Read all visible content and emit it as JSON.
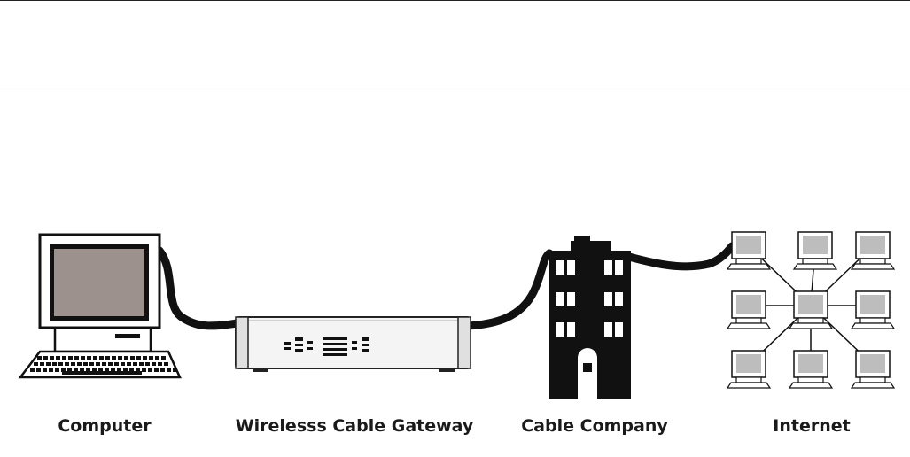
{
  "labels": {
    "computer": "Computer",
    "gateway": "Wirelesss Cable Gateway",
    "cable_company": "Cable Company",
    "internet": "Internet"
  },
  "colors": {
    "line": "#111111",
    "screen": "#9c918c",
    "device_body": "#f4f4f4",
    "mini_screen": "#bdbdbd"
  }
}
